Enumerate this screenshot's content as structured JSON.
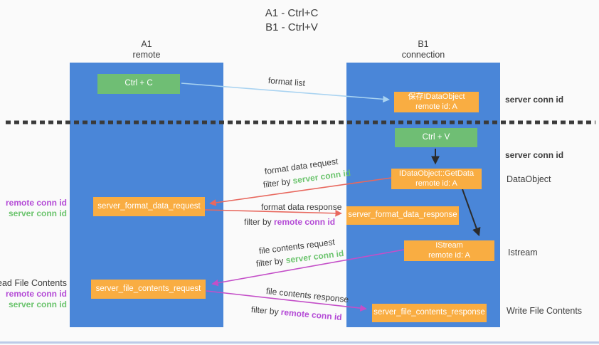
{
  "title": {
    "line1": "A1 - Ctrl+C",
    "line2": "B1 - Ctrl+V"
  },
  "lanes": {
    "left": {
      "name": "A1",
      "role": "remote"
    },
    "right": {
      "name": "B1",
      "role": "connection"
    }
  },
  "nodes": {
    "ctrl_c": {
      "label": "Ctrl + C"
    },
    "ctrl_v": {
      "label": "Ctrl + V"
    },
    "save_idataobject": {
      "line1": "保存IDataObject",
      "line2": "remote id: A"
    },
    "idataobject_getdata": {
      "line1": "IDataObject::GetData",
      "line2": "remote id: A"
    },
    "istream_node": {
      "line1": "IStream",
      "line2": "remote id: A"
    },
    "server_format_data_request": {
      "label": "server_format_data_request"
    },
    "server_format_data_response": {
      "label": "server_format_data_response"
    },
    "server_file_contents_request": {
      "label": "server_file_contents_request"
    },
    "server_file_contents_response": {
      "label": "server_file_contents_response"
    }
  },
  "arrows": {
    "format_list": {
      "label": "format list"
    },
    "format_data_request": {
      "label": "format data request",
      "filter_prefix": "filter by ",
      "filter_key": "server conn id"
    },
    "format_data_response": {
      "label": "format data response",
      "filter_prefix": "filter by ",
      "filter_key": "remote conn id"
    },
    "file_contents_request": {
      "label": "file contents request",
      "filter_prefix": "filter by ",
      "filter_key": "server conn id"
    },
    "file_contents_response": {
      "label": "file contents response",
      "filter_prefix": "filter by ",
      "filter_key": "remote conn id"
    }
  },
  "side_labels": {
    "right_server_conn_id_top": "server conn id",
    "right_server_conn_id_mid": "server conn id",
    "data_object": "DataObject",
    "istream": "Istream",
    "write_file_contents": "Write File Contents",
    "left_remote_conn_id_top": "remote conn id",
    "left_server_conn_id_top": "server conn id",
    "read_file_contents": "Read File Contents",
    "left_remote_conn_id_bottom": "remote conn id",
    "left_server_conn_id_bottom": "server conn id"
  },
  "colors": {
    "lane_blue": "#4a86d8",
    "node_green": "#6fbe74",
    "node_orange": "#f9ad42",
    "arrow_blue": "#a9d3f1",
    "arrow_red": "#e8685e",
    "arrow_magenta": "#c44fc8",
    "arrow_black": "#2b2b2b",
    "text_green": "#6cc46e",
    "text_purple": "#b44bd6",
    "text_dark": "#3c3c3c",
    "background": "#fafafa"
  }
}
